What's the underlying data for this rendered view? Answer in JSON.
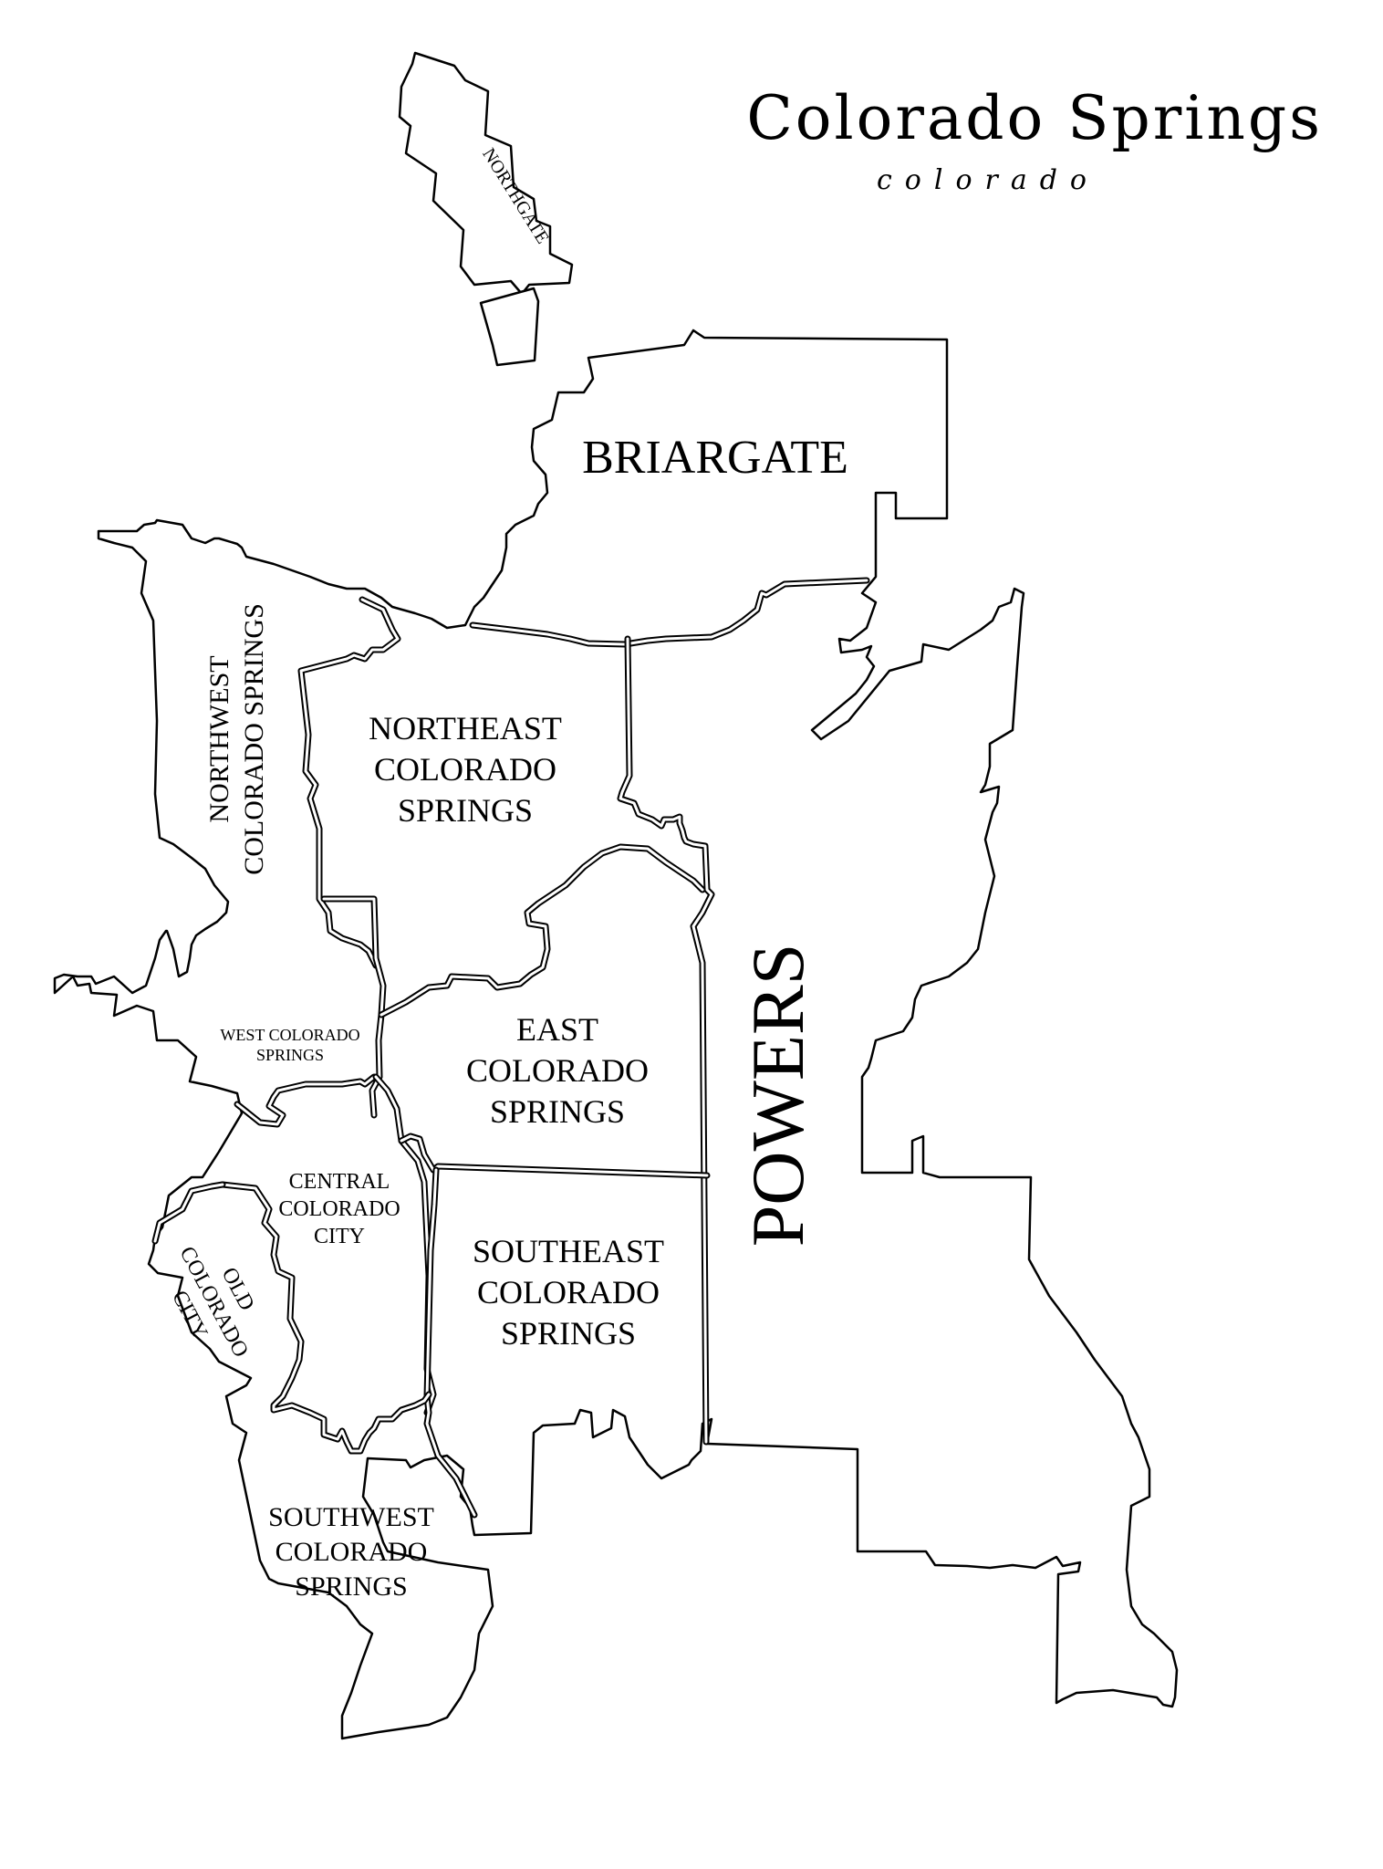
{
  "map": {
    "title": "Colorado Springs",
    "subtitle": "colorado",
    "colors": {
      "background": "#ffffff",
      "line": "#000000",
      "text": "#000000"
    },
    "neighborhoods": [
      {
        "id": "northgate",
        "lines": [
          "NORTHGATE"
        ]
      },
      {
        "id": "briargate",
        "lines": [
          "BRIARGATE"
        ]
      },
      {
        "id": "northwest",
        "lines": [
          "NORTHWEST",
          "COLORADO SPRINGS"
        ]
      },
      {
        "id": "northeast",
        "lines": [
          "NORTHEAST",
          "COLORADO",
          "SPRINGS"
        ]
      },
      {
        "id": "powers",
        "lines": [
          "POWERS"
        ]
      },
      {
        "id": "west",
        "lines": [
          "WEST COLORADO",
          "SPRINGS"
        ]
      },
      {
        "id": "east",
        "lines": [
          "EAST",
          "COLORADO",
          "SPRINGS"
        ]
      },
      {
        "id": "central",
        "lines": [
          "CENTRAL",
          "COLORADO",
          "CITY"
        ]
      },
      {
        "id": "old",
        "lines": [
          "OLD",
          "COLORADO",
          "CITY"
        ]
      },
      {
        "id": "southeast",
        "lines": [
          "SOUTHEAST",
          "COLORADO",
          "SPRINGS"
        ]
      },
      {
        "id": "southwest",
        "lines": [
          "SOUTHWEST",
          "COLORADO",
          "SPRINGS"
        ]
      }
    ]
  }
}
